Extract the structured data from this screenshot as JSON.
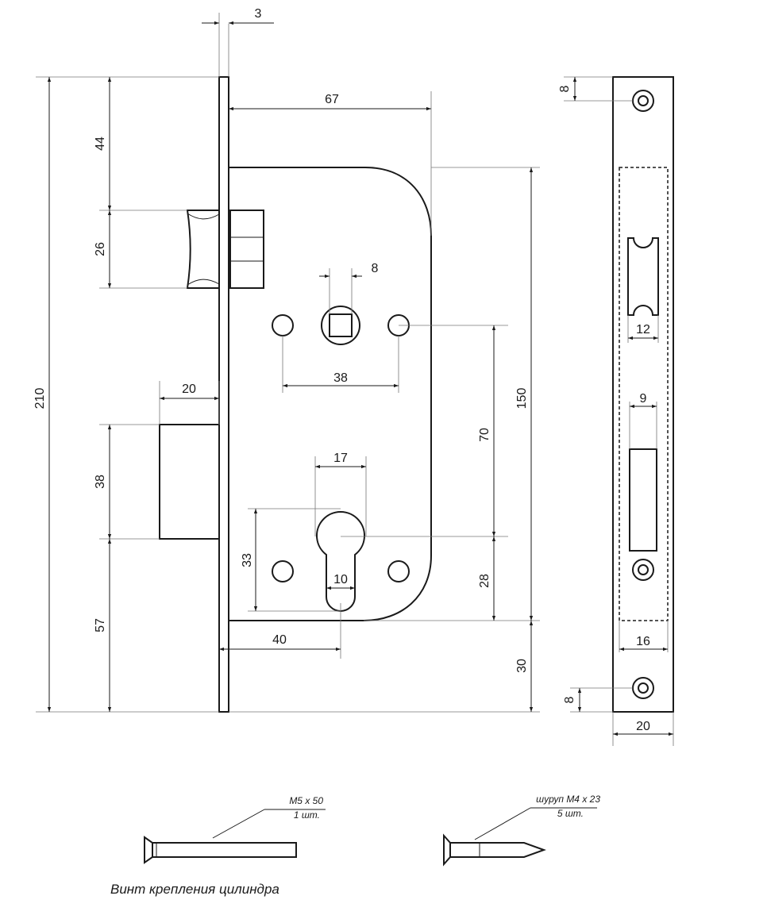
{
  "dimensions": {
    "faceplate_thickness": "3",
    "backset_body_depth": "67",
    "top_to_latch": "44",
    "latch_height": "26",
    "spindle_square": "8",
    "fixing_spacing": "38",
    "bolt_throw": "20",
    "bolt_height": "38",
    "total_height": "210",
    "bolt_to_bottom": "57",
    "body_height": "150",
    "center_distance": "70",
    "cylinder_width": "17",
    "cylinder_height": "33",
    "cylinder_slot": "10",
    "cylinder_to_body_bottom": "28",
    "backset": "40",
    "body_bottom_to_plate": "30",
    "plate_hole_top": "8",
    "latch_slot_width": "12",
    "bolt_slot_width": "9",
    "plate_recess_width": "16",
    "plate_hole_bottom": "8",
    "plate_width": "20"
  },
  "screws": {
    "cylinder_screw_spec": "M5 x 50",
    "cylinder_screw_qty": "1 шт.",
    "wood_screw_spec": "шуруп М4 x 23",
    "wood_screw_qty": "5 шт."
  },
  "caption": "Винт крепления цилиндра"
}
